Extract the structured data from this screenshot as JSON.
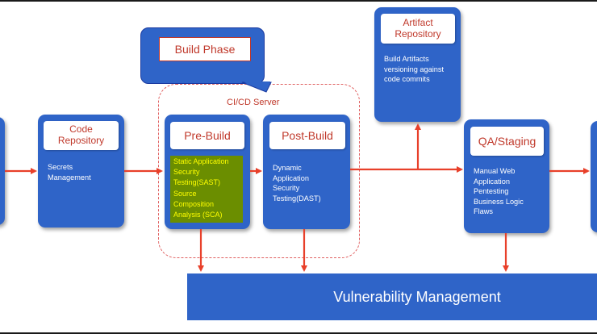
{
  "callout": {
    "label": "Build Phase"
  },
  "ci_cd": {
    "label": "CI/CD Server"
  },
  "code_repository": {
    "title_line1": "Code",
    "title_line2": "Repository",
    "body": [
      "Secrets",
      "Management"
    ]
  },
  "pre_build": {
    "title": "Pre-Build",
    "body": [
      "Static Application",
      "Security",
      "Testing(SAST)",
      "Source",
      "Composition",
      "Analysis (SCA)"
    ]
  },
  "post_build": {
    "title": "Post-Build",
    "body": [
      "Dynamic",
      "Application",
      "Security",
      "Testing(DAST)"
    ]
  },
  "artifact_repository": {
    "title_line1": "Artifact",
    "title_line2": "Repository",
    "body": [
      "Build Artifacts",
      "versioning against",
      "code commits"
    ]
  },
  "qa_staging": {
    "title": "QA/Staging",
    "body": [
      "Manual Web",
      "Application",
      "Pentesting",
      "Business Logic",
      "Flaws"
    ]
  },
  "vulnerability_management": {
    "label": "Vulnerability Management"
  },
  "colors": {
    "box": "#2f64c8",
    "arrow": "#e8402a",
    "title_text": "#c0392b",
    "sast_bg": "#6b8e00",
    "sast_text": "#ffff00"
  }
}
